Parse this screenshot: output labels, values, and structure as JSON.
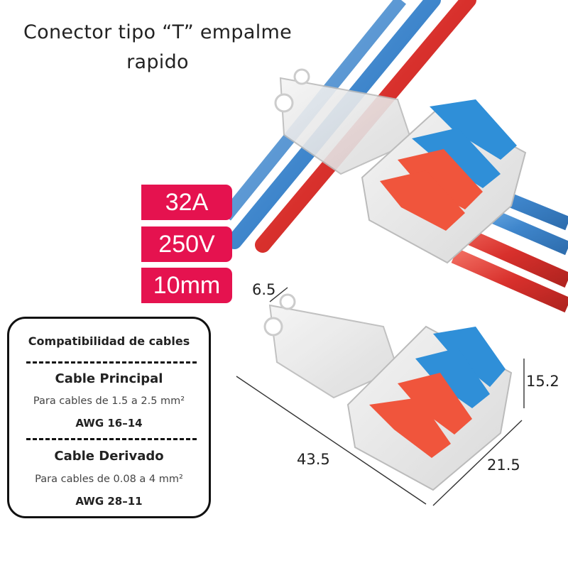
{
  "title": {
    "line1": "Conector tipo “T” empalme",
    "line2": "rapido"
  },
  "specs": [
    {
      "label": "32A"
    },
    {
      "label": "250V"
    },
    {
      "label": "10mm"
    }
  ],
  "dimensions": {
    "d1": "6.5",
    "d2": "15.2",
    "d3": "43.5",
    "d4": "21.5"
  },
  "card": {
    "heading": "Compatibilidad de cables",
    "main_title": "Cable Principal",
    "main_desc": "Para cables de 1.5 a 2.5 mm²",
    "main_awg": "AWG 16–14",
    "branch_title": "Cable Derivado",
    "branch_desc": "Para cables de 0.08 a 4 mm²",
    "branch_awg": "AWG 28–11"
  },
  "colors": {
    "spec_bg": "#e5124f",
    "wire_red": "#d8302c",
    "wire_blue": "#3f86cc",
    "lever_red": "#f0553c",
    "lever_blue": "#2f8fd8"
  }
}
